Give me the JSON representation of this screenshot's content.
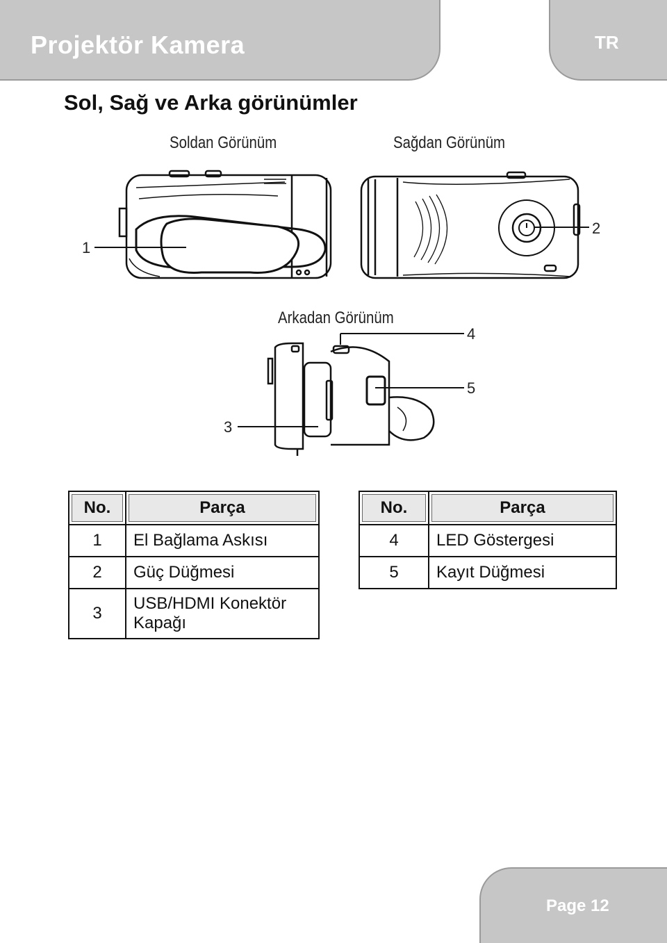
{
  "header": {
    "title": "Projektör Kamera",
    "language": "TR"
  },
  "section_title": "Sol, Sağ ve Arka görünümler",
  "views": {
    "left": "Soldan Görünüm",
    "right": "Sağdan Görünüm",
    "back": "Arkadan Görünüm"
  },
  "callouts": [
    "1",
    "2",
    "3",
    "4",
    "5"
  ],
  "tables": {
    "left": {
      "headers": [
        "No.",
        "Parça"
      ],
      "rows": [
        [
          "1",
          "El Bağlama Askısı"
        ],
        [
          "2",
          "Güç Düğmesi"
        ],
        [
          "3",
          "USB/HDMI Konektör Kapağı"
        ]
      ]
    },
    "right": {
      "headers": [
        "No.",
        "Parça"
      ],
      "rows": [
        [
          "4",
          "LED Göstergesi"
        ],
        [
          "5",
          "Kayıt Düğmesi"
        ]
      ]
    }
  },
  "footer": {
    "page": "Page 12"
  }
}
